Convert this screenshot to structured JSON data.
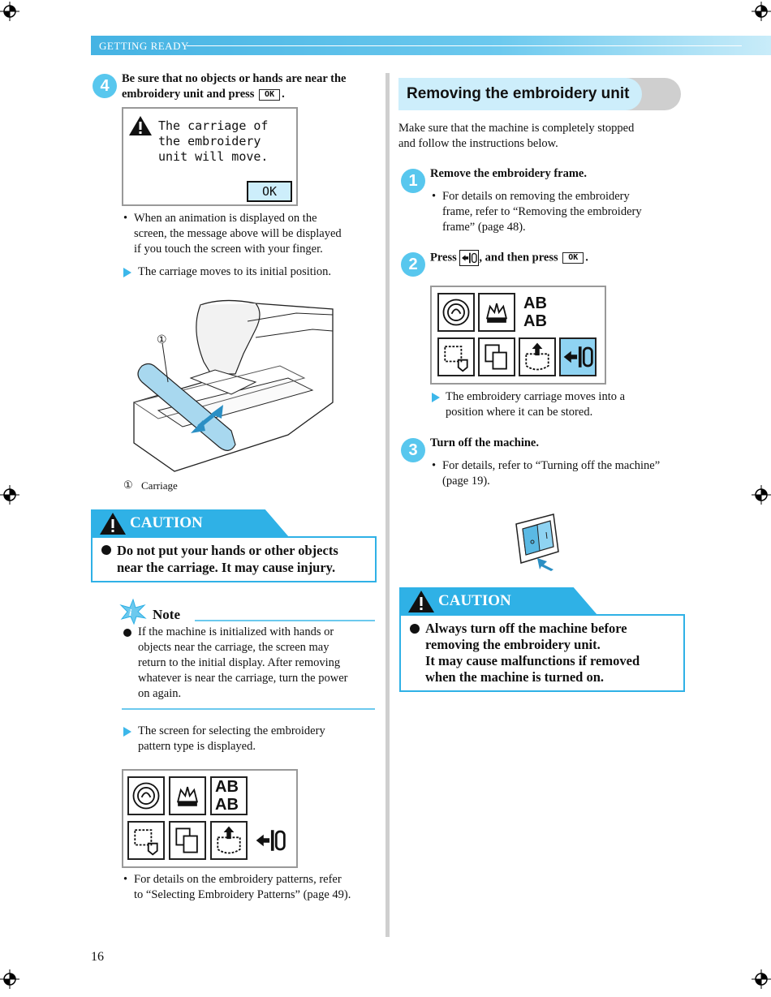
{
  "header": {
    "section": "GETTING READY"
  },
  "page_number": "16",
  "left": {
    "step4": {
      "number": "4",
      "text_a": "Be sure that no objects or hands are near the",
      "text_b": "embroidery unit and press",
      "ok_label": "OK",
      "text_end": "."
    },
    "lcd": {
      "lines": [
        "The carriage of",
        "the embroidery",
        "unit will move."
      ],
      "ok_label": "OK"
    },
    "bullet1": [
      "When an animation is displayed on the",
      "screen, the message above will be displayed",
      "if you touch the screen with your finger."
    ],
    "result1": "The carriage moves to its initial position.",
    "figure": {
      "callout": "①",
      "legend_num": "①",
      "legend_text": "Carriage"
    },
    "caution": {
      "title": "CAUTION",
      "lines": [
        "Do not put your hands or other objects",
        "near the carriage. It may cause injury."
      ]
    },
    "note": {
      "title": "Note",
      "lines": [
        "If the machine is initialized with hands or",
        "objects near the carriage, the screen may",
        "return to the initial display. After removing",
        "whatever is near the carriage, turn the power",
        "on again."
      ]
    },
    "result2": [
      "The screen for selecting the embroidery",
      "pattern type is displayed."
    ],
    "pattern_icons": [
      "embroidery-design-icon",
      "frame-pattern-icon",
      "alphabet-icon",
      "frame-shape-icon",
      "memory-icon",
      "pocket-save-icon",
      "remove-unit-icon"
    ],
    "ab_top": "AB",
    "ab_bottom": "AB",
    "bullet2": [
      "For details on the embroidery patterns, refer",
      "to “Selecting Embroidery Patterns” (page 49)."
    ]
  },
  "right": {
    "title": "Removing the embroidery unit",
    "intro": [
      "Make sure that the machine is completely stopped",
      "and follow the instructions below."
    ],
    "step1": {
      "number": "1",
      "title": "Remove the embroidery frame.",
      "bullet": [
        "For details on removing the embroidery",
        "frame, refer to “Removing the embroidery",
        "frame” (page 48)."
      ]
    },
    "step2": {
      "number": "2",
      "text_a": "Press",
      "text_b": ", and then press",
      "ok_label": "OK",
      "text_end": "."
    },
    "result": [
      "The embroidery carriage moves into a",
      "position where it can be stored."
    ],
    "ab_top": "AB",
    "ab_bottom": "AB",
    "step3": {
      "number": "3",
      "title": "Turn off the machine.",
      "bullet": [
        "For details, refer to “Turning off the machine”",
        "(page 19)."
      ]
    },
    "caution": {
      "title": "CAUTION",
      "lines": [
        "Always turn off the machine before",
        "removing the embroidery unit.",
        "It may cause malfunctions if removed",
        "when the machine is turned on."
      ]
    }
  },
  "colors": {
    "accent": "#2fb1e6",
    "header": "#45b3e3"
  }
}
